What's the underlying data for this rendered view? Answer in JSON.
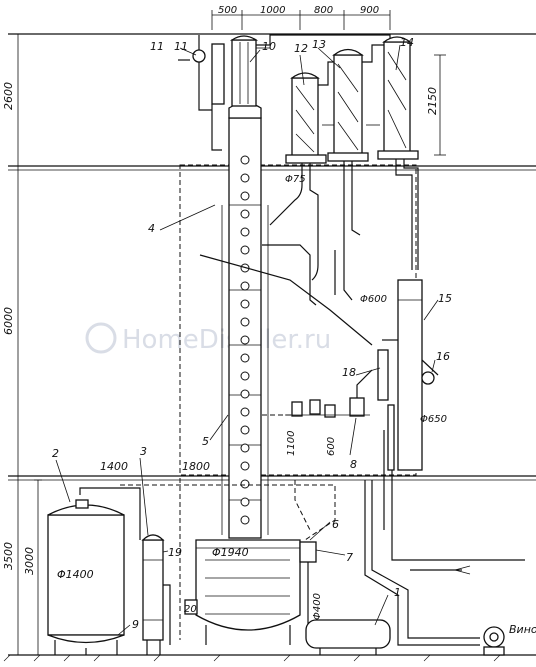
{
  "watermark": "HomeDistiller.ru",
  "dims_top": [
    "500",
    "1000",
    "800",
    "900"
  ],
  "dims_left": [
    "2600",
    "6000",
    "3500",
    "3000"
  ],
  "dim_2150": "2150",
  "callouts": [
    "1",
    "2",
    "3",
    "4",
    "5",
    "6",
    "7",
    "8",
    "9",
    "10",
    "11",
    "11",
    "12",
    "13",
    "14",
    "15",
    "16",
    "18",
    "19",
    "20"
  ],
  "phi75": "Φ75",
  "phi600": "Φ600",
  "phi650": "Φ650",
  "phi1940": "Φ1940",
  "phi1400": "Φ1400",
  "phi400": "Φ400",
  "l1400": "1400",
  "l1800": "1800",
  "l1100": "1100",
  "l600": "600",
  "vino": "Вино",
  "colors": {
    "ink": "#111111",
    "paper": "#ffffff",
    "watermark": "#d9dde6"
  }
}
